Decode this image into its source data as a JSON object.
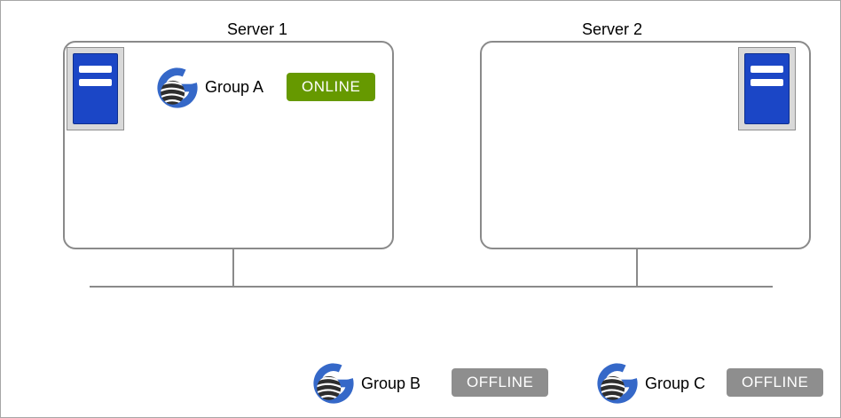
{
  "servers": [
    {
      "label": "Server 1"
    },
    {
      "label": "Server 2"
    }
  ],
  "groups": {
    "a": {
      "name": "Group A",
      "status": "ONLINE"
    },
    "b": {
      "name": "Group B",
      "status": "OFFLINE"
    },
    "c": {
      "name": "Group C",
      "status": "OFFLINE"
    }
  },
  "icons": {
    "server": "server-tower-icon",
    "group_logo": "globe-g-logo-icon"
  },
  "colors": {
    "online_badge": "#669900",
    "offline_badge": "#8e8e8e",
    "server_icon_blue": "#1b46c6",
    "logo_blue": "#3568c8",
    "outline_gray": "#8a8a8a"
  }
}
